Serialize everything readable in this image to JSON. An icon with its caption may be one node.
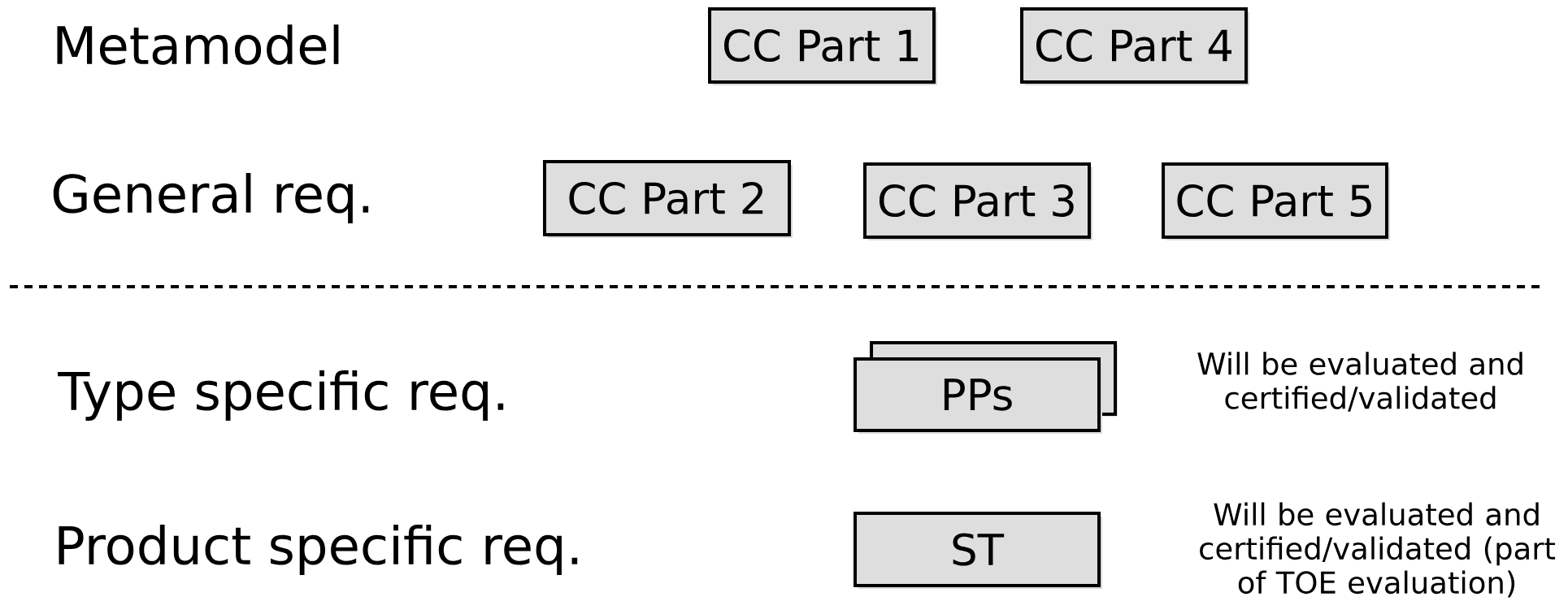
{
  "diagram": {
    "nodes": [
      {
        "text": [
          "CC Part 1"
        ]
      },
      {
        "text": [
          "CC Part 4"
        ]
      },
      {
        "text": [
          "CC Part 2"
        ]
      },
      {
        "text": [
          "CC Part 3"
        ]
      },
      {
        "text": [
          "CC Part 5"
        ]
      },
      {
        "text": [
          "PPs"
        ]
      },
      {
        "text": [
          "ST"
        ]
      }
    ],
    "labels": [
      "Metamodel",
      "General req.",
      "Type specific req.",
      "Will be evaluated and certified/validated",
      "Product specific req.",
      "Will be evaluated and certified/validated (part of TOE evaluation)"
    ]
  }
}
